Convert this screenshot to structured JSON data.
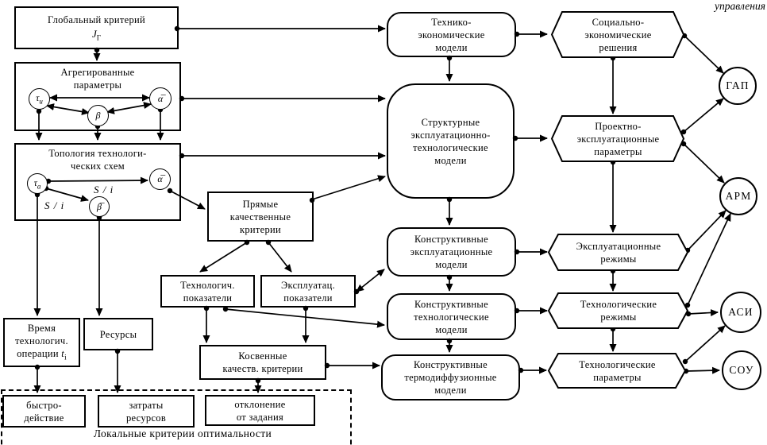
{
  "captions": {
    "top_right": "управления",
    "bottom": "Локальные критерии оптимальности"
  },
  "colors": {
    "line": "#000000",
    "background": "#ffffff"
  },
  "left_column": {
    "global_criterion": {
      "title": "Глобальный критерий",
      "symbol": "J",
      "symbol_sub": "Г"
    },
    "aggregated_params": {
      "label": "Агрегированные\nпараметры",
      "tau": "τ",
      "tau_sub": "и",
      "beta": "β",
      "alpha": "α̅"
    },
    "topology": {
      "label": "Топология технологи-\nческих схем",
      "tau": "τ",
      "tau_sub": "а",
      "beta": "β̅",
      "alpha": "α̅",
      "s_over_i_upper": "S / i",
      "s_over_i_lower": "S / i"
    },
    "direct_criteria": {
      "label": "Прямые\nкачественные\nкритерии"
    },
    "tech_indicators": {
      "label": "Технологич.\nпоказатели"
    },
    "oper_indicators": {
      "label": "Эксплуатац.\nпоказатели"
    },
    "operation_time": {
      "label": "Время\nтехнологич.\nоперации",
      "symbol": "t",
      "symbol_sub": "i"
    },
    "resources": {
      "label": "Ресурсы"
    },
    "indirect_criteria": {
      "label": "Косвенные\nкачеств. критерии"
    },
    "speed": {
      "label": "быстро-\nдействие"
    },
    "resource_costs": {
      "label": "затраты\nресурсов"
    },
    "deviation": {
      "label": "отклонение\nот задания"
    }
  },
  "models_column": {
    "tech_econ": {
      "label": "Технико-\nэкономические\nмодели"
    },
    "structural": {
      "label": "Структурные\nэксплуатационно-\nтехнологические\nмодели"
    },
    "constructive_oper": {
      "label": "Конструктивные\nэксплуатационные\nмодели"
    },
    "constructive_tech": {
      "label": "Конструктивные\nтехнологические\nмодели"
    },
    "constructive_thermo": {
      "label": "Конструктивные\nтермодиффузионные\nмодели"
    }
  },
  "decisions_column": {
    "socio_econ": {
      "label": "Социально-\nэкономические\nрешения"
    },
    "design_oper_params": {
      "label": "Проектно-\nэксплуатационные\nпараметры"
    },
    "oper_modes": {
      "label": "Эксплуатационные\nрежимы"
    },
    "tech_modes": {
      "label": "Технологические\nрежимы"
    },
    "tech_params": {
      "label": "Технологические\nпараметры"
    }
  },
  "systems": {
    "gap": {
      "label": "ГАП"
    },
    "arm": {
      "label": "АРМ"
    },
    "asi": {
      "label": "АСИ"
    },
    "sou": {
      "label": "СОУ"
    }
  }
}
